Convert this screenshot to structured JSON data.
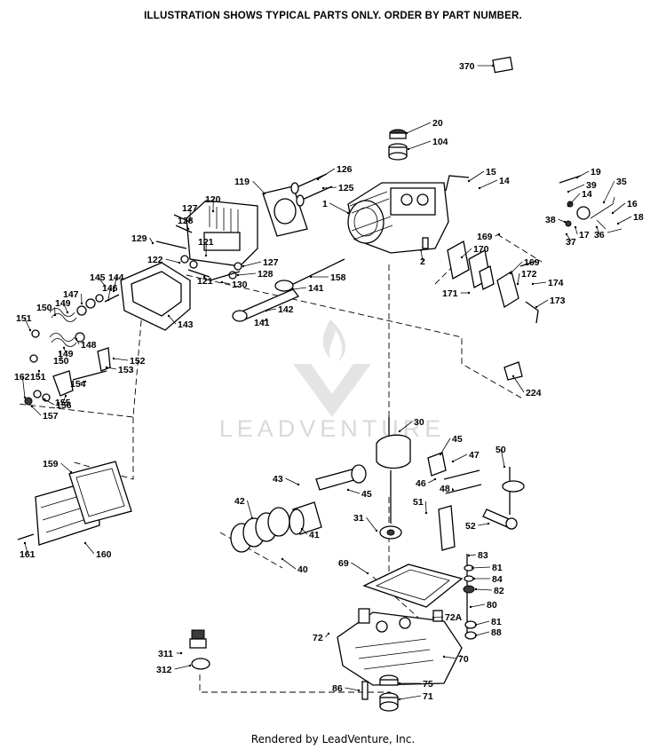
{
  "header": {
    "text": "ILLUSTRATION SHOWS TYPICAL PARTS ONLY. ORDER BY PART NUMBER."
  },
  "footer": {
    "text": "Rendered by LeadVenture, Inc."
  },
  "watermark": {
    "text": "LEADVENTURE"
  },
  "callouts": [
    "370",
    "20",
    "104",
    "126",
    "119",
    "125",
    "15",
    "14",
    "19",
    "39",
    "35",
    "1",
    "14",
    "16",
    "120",
    "38",
    "17",
    "36",
    "18",
    "127",
    "128",
    "129",
    "121",
    "37",
    "169",
    "170",
    "2",
    "122",
    "127",
    "128",
    "121",
    "130",
    "169",
    "172",
    "145",
    "144",
    "158",
    "171",
    "174",
    "146",
    "141",
    "147",
    "173",
    "149",
    "150",
    "142",
    "151",
    "148",
    "143",
    "141",
    "150",
    "149",
    "152",
    "153",
    "224",
    "151",
    "162",
    "154",
    "155",
    "156",
    "157",
    "30",
    "45",
    "47",
    "50",
    "159",
    "43",
    "46",
    "48",
    "45",
    "42",
    "51",
    "31",
    "41",
    "52",
    "161",
    "160",
    "83",
    "40",
    "69",
    "81",
    "84",
    "82",
    "80",
    "72A",
    "81",
    "72",
    "88",
    "311",
    "70",
    "312",
    "86",
    "75",
    "71"
  ]
}
